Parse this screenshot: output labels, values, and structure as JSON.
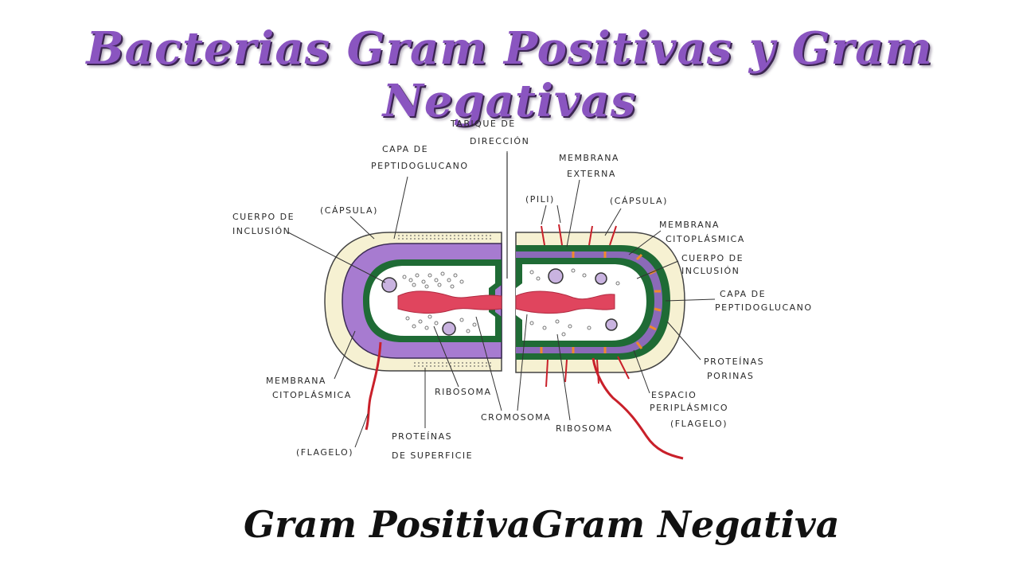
{
  "title": "Bacterias Gram Positivas y Gram Negativas",
  "labels": {
    "tabique": [
      "TABIQUE DE",
      "DIRECCIÓN"
    ],
    "capa_peptido_pos": [
      "CAPA DE",
      "PEPTIDOGLUCANO"
    ],
    "capsula_pos": "(CÁPSULA)",
    "cuerpo_inclusion_pos": [
      "CUERPO DE",
      "INCLUSIÓN"
    ],
    "membrana_cito_pos": [
      "MEMBRANA",
      "CITOPLÁSMICA"
    ],
    "flagelo_pos": "(FLAGELO)",
    "proteinas_superficie": [
      "PROTEÍNAS",
      "DE SUPERFICIE"
    ],
    "ribosoma_pos": "RIBOSOMA",
    "cromosoma": "CROMOSOMA",
    "membrana_externa": [
      "MEMBRANA",
      "EXTERNA"
    ],
    "pili": "(PILI)",
    "capsula_neg": "(CÁPSULA)",
    "membrana_cito_neg": [
      "MEMBRANA",
      "CITOPLÁSMICA"
    ],
    "cuerpo_inclusion_neg": [
      "CUERPO DE",
      "INCLUSIÓN"
    ],
    "capa_peptido_neg": [
      "CAPA DE",
      "PEPTIDOGLUCANO"
    ],
    "proteinas_porinas": [
      "PROTEÍNAS",
      "PORINAS"
    ],
    "espacio_periplasmico": [
      "ESPACIO",
      "PERIPLÁSMICO"
    ],
    "flagelo_neg": "(FLAGELO)",
    "ribosoma_neg": "RIBOSOMA"
  },
  "captions": {
    "positive": "Gram Positiva",
    "negative": "Gram Negativa"
  },
  "colors": {
    "title": "#8a55c0",
    "capsule": "#f6f1d2",
    "peptidoglycan_purple": "#a77bd0",
    "membrane_green": "#1f6b35",
    "chromosome_red": "#e0455e",
    "flagellum_red": "#c9202a",
    "cytoplasm": "#ffffff",
    "periplasm_orange": "#ef8a2b"
  }
}
